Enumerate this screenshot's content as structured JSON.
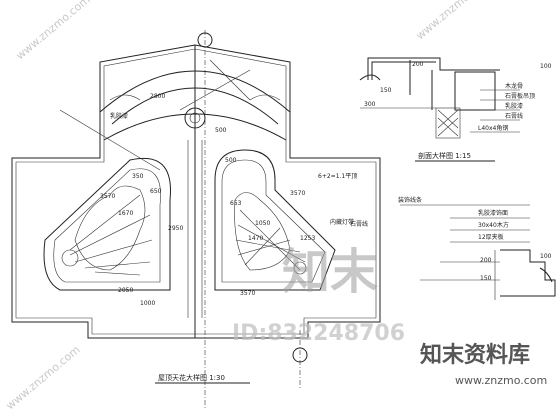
{
  "plan": {
    "title": "屋顶天花大样图 1:30",
    "dims": [
      "3570",
      "350",
      "2800",
      "500",
      "1670",
      "2950",
      "2050",
      "1000",
      "650",
      "3570",
      "1050",
      "1470",
      "653",
      "1253",
      "3570",
      "500"
    ],
    "notes": {
      "ceiling_note": "6+2=1.1平顶",
      "light_note": "内藏灯带",
      "paint_note": "乳胶漆"
    }
  },
  "section": {
    "title": "剖面大样图 1:15",
    "labels": [
      "木龙骨",
      "石膏板吊顶",
      "乳胶漆",
      "石膏线",
      "L40x4角钢"
    ],
    "dims": [
      "150",
      "200",
      "100",
      "300"
    ]
  },
  "detail": {
    "labels": [
      "装饰线条",
      "乳胶漆饰面",
      "30x40木方",
      "12厚夹板",
      "石膏线"
    ],
    "dims": [
      "200",
      "150",
      "100"
    ]
  },
  "watermark": {
    "logo": "知末",
    "id_text": "ID:832248706",
    "brand": "知末资料库",
    "url": "www.znzmo.com",
    "diag": "www.znzmo.com"
  }
}
